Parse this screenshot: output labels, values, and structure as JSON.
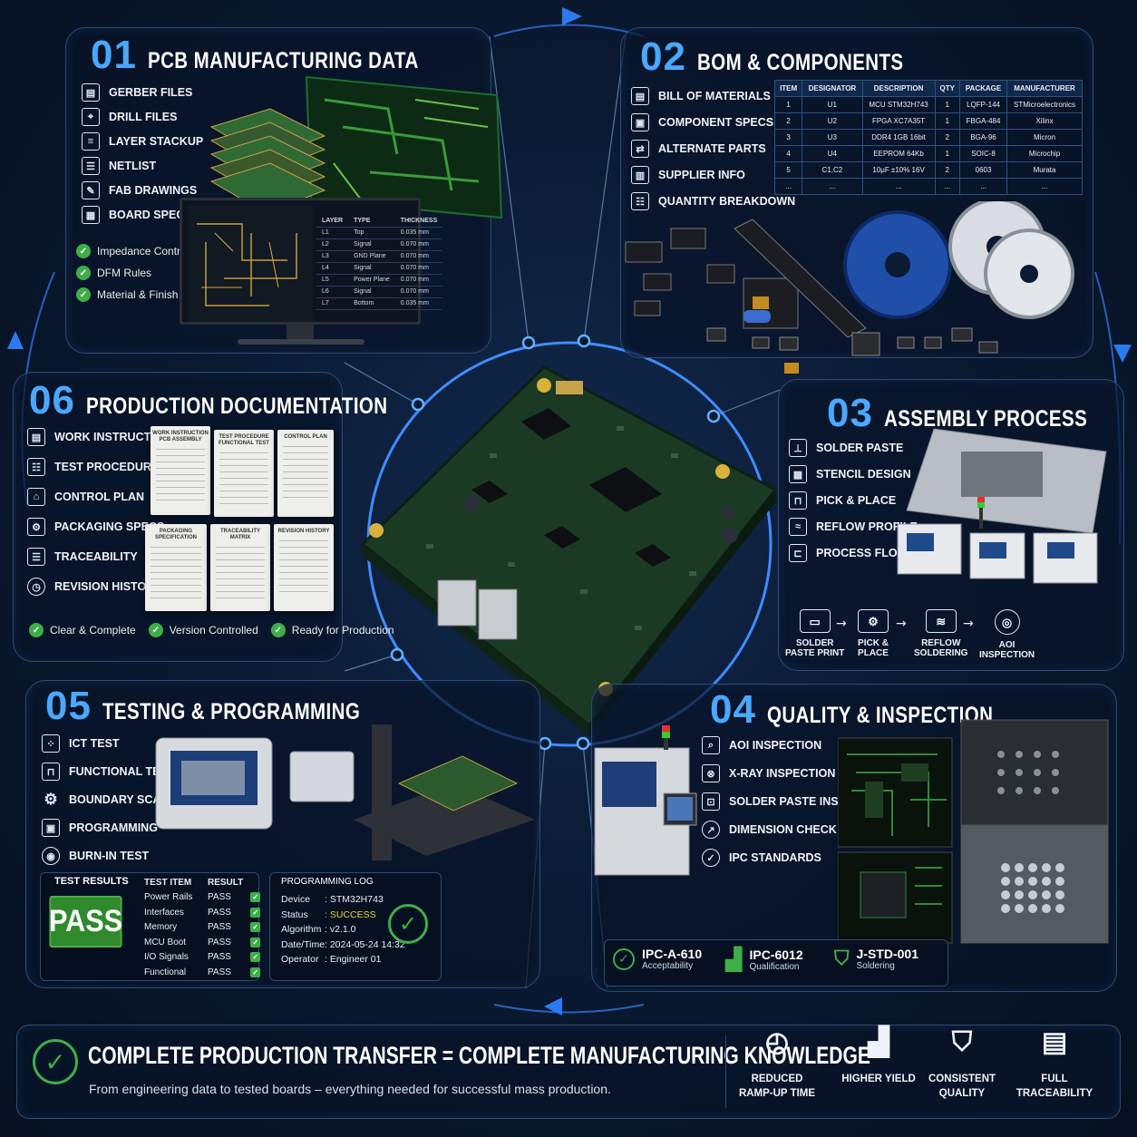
{
  "panels": {
    "p01": {
      "number": "01",
      "title": "PCB MANUFACTURING DATA",
      "items": [
        {
          "label": "GERBER FILES",
          "icon": "gerber-file-icon"
        },
        {
          "label": "DRILL FILES",
          "icon": "drill-file-icon"
        },
        {
          "label": "LAYER STACKUP",
          "icon": "layers-icon"
        },
        {
          "label": "NETLIST",
          "icon": "netlist-icon"
        },
        {
          "label": "FAB DRAWINGS",
          "icon": "drawing-icon"
        },
        {
          "label": "BOARD SPECS",
          "icon": "board-spec-icon"
        }
      ],
      "checks": [
        "Impedance Control",
        "DFM Rules",
        "Material & Finish"
      ],
      "stackup_table": {
        "headers": [
          "LAYER",
          "TYPE",
          "THICKNESS"
        ],
        "rows": [
          [
            "L1",
            "Top",
            "0.035 mm"
          ],
          [
            "L2",
            "Signal",
            "0.070 mm"
          ],
          [
            "L3",
            "GND Plane",
            "0.070 mm"
          ],
          [
            "L4",
            "Signal",
            "0.070 mm"
          ],
          [
            "L5",
            "Power Plane",
            "0.070 mm"
          ],
          [
            "L6",
            "Signal",
            "0.070 mm"
          ],
          [
            "L7",
            "Bottom",
            "0.035 mm"
          ]
        ]
      }
    },
    "p02": {
      "number": "02",
      "title": "BOM & COMPONENTS",
      "items": [
        {
          "label": "BILL OF MATERIALS",
          "icon": "document-icon"
        },
        {
          "label": "COMPONENT SPECS",
          "icon": "chip-spec-icon"
        },
        {
          "label": "ALTERNATE PARTS",
          "icon": "swap-icon"
        },
        {
          "label": "SUPPLIER INFO",
          "icon": "building-icon"
        },
        {
          "label": "QUANTITY BREAKDOWN",
          "icon": "list-icon"
        }
      ],
      "bom_table": {
        "headers": [
          "ITEM",
          "DESIGNATOR",
          "DESCRIPTION",
          "QTY",
          "PACKAGE",
          "MANUFACTURER"
        ],
        "rows": [
          [
            "1",
            "U1",
            "MCU STM32H743",
            "1",
            "LQFP-144",
            "STMicroelectronics"
          ],
          [
            "2",
            "U2",
            "FPGA XC7A35T",
            "1",
            "FBGA-484",
            "Xilinx"
          ],
          [
            "3",
            "U3",
            "DDR4 1GB 16bit",
            "2",
            "BGA-96",
            "Micron"
          ],
          [
            "4",
            "U4",
            "EEPROM 64Kb",
            "1",
            "SOIC-8",
            "Microchip"
          ],
          [
            "5",
            "C1,C2",
            "10μF ±10% 16V",
            "2",
            "0603",
            "Murata"
          ],
          [
            "...",
            "...",
            "...",
            "...",
            "...",
            "..."
          ]
        ]
      }
    },
    "p03": {
      "number": "03",
      "title": "ASSEMBLY PROCESS",
      "items": [
        {
          "label": "SOLDER PASTE",
          "icon": "paste-icon"
        },
        {
          "label": "STENCIL DESIGN",
          "icon": "stencil-icon"
        },
        {
          "label": "PICK & PLACE",
          "icon": "pick-place-icon"
        },
        {
          "label": "REFLOW PROFILE",
          "icon": "reflow-icon"
        },
        {
          "label": "PROCESS FLOW",
          "icon": "flow-icon"
        }
      ],
      "steps": [
        {
          "label1": "SOLDER",
          "label2": "PASTE PRINT",
          "icon": "paste-print-icon"
        },
        {
          "label1": "PICK &",
          "label2": "PLACE",
          "icon": "robot-icon"
        },
        {
          "label1": "REFLOW",
          "label2": "SOLDERING",
          "icon": "oven-icon"
        },
        {
          "label1": "AOI",
          "label2": "INSPECTION",
          "icon": "aoi-icon"
        }
      ]
    },
    "p04": {
      "number": "04",
      "title": "QUALITY & INSPECTION",
      "items": [
        {
          "label": "AOI INSPECTION",
          "icon": "magnifier-icon"
        },
        {
          "label": "X-RAY INSPECTION",
          "icon": "xray-icon"
        },
        {
          "label": "SOLDER PASTE INSPECTION",
          "icon": "paste-inspect-icon"
        },
        {
          "label": "DIMENSION CHECK",
          "icon": "dimension-icon"
        },
        {
          "label": "IPC STANDARDS",
          "icon": "check-badge-icon"
        }
      ],
      "standards": [
        {
          "name": "IPC-A-610",
          "sub": "Acceptability"
        },
        {
          "name": "IPC-6012",
          "sub": "Qualification"
        },
        {
          "name": "J-STD-001",
          "sub": "Soldering"
        }
      ]
    },
    "p05": {
      "number": "05",
      "title": "TESTING & PROGRAMMING",
      "items": [
        {
          "label": "ICT TEST",
          "icon": "ict-icon"
        },
        {
          "label": "FUNCTIONAL TEST",
          "icon": "fixture-icon"
        },
        {
          "label": "BOUNDARY SCAN",
          "icon": "gear-icon"
        },
        {
          "label": "PROGRAMMING",
          "icon": "chip-icon"
        },
        {
          "label": "BURN-IN TEST",
          "icon": "burn-icon"
        }
      ],
      "results_title": "TEST RESULTS",
      "pass_label": "PASS",
      "results_headers": [
        "TEST ITEM",
        "RESULT"
      ],
      "results_rows": [
        [
          "Power Rails",
          "PASS"
        ],
        [
          "Interfaces",
          "PASS"
        ],
        [
          "Memory",
          "PASS"
        ],
        [
          "MCU Boot",
          "PASS"
        ],
        [
          "I/O Signals",
          "PASS"
        ],
        [
          "Functional",
          "PASS"
        ]
      ],
      "log_title": "PROGRAMMING LOG",
      "log": [
        {
          "k": "Device",
          "v": ": STM32H743"
        },
        {
          "k": "Status",
          "v": ": SUCCESS"
        },
        {
          "k": "Algorithm",
          "v": ": v2.1.0"
        },
        {
          "k": "Date/Time",
          "v": ": 2024-05-24 14:32"
        },
        {
          "k": "Operator",
          "v": ": Engineer 01"
        }
      ]
    },
    "p06": {
      "number": "06",
      "title": "PRODUCTION DOCUMENTATION",
      "items": [
        {
          "label": "WORK INSTRUCTIONS",
          "icon": "instructions-icon"
        },
        {
          "label": "TEST PROCEDURES",
          "icon": "procedure-icon"
        },
        {
          "label": "CONTROL PLAN",
          "icon": "control-icon"
        },
        {
          "label": "PACKAGING SPECS",
          "icon": "package-icon"
        },
        {
          "label": "TRACEABILITY",
          "icon": "trace-icon"
        },
        {
          "label": "REVISION HISTORY",
          "icon": "clock-icon"
        }
      ],
      "docs": [
        "WORK INSTRUCTION PCB ASSEMBLY",
        "TEST PROCEDURE FUNCTIONAL TEST",
        "CONTROL PLAN",
        "PACKAGING SPECIFICATION",
        "TRACEABILITY MATRIX",
        "REVISION HISTORY"
      ],
      "checks": [
        "Clear & Complete",
        "Version Controlled",
        "Ready for Production"
      ]
    }
  },
  "footer": {
    "headline": "COMPLETE PRODUCTION TRANSFER = COMPLETE MANUFACTURING KNOWLEDGE",
    "subline": "From engineering data to tested boards – everything needed for successful mass production.",
    "benefits": [
      {
        "line1": "REDUCED",
        "line2": "RAMP-UP TIME",
        "icon": "stopwatch-icon"
      },
      {
        "line1": "HIGHER YIELD",
        "line2": "",
        "icon": "bar-chart-icon"
      },
      {
        "line1": "CONSISTENT",
        "line2": "QUALITY",
        "icon": "shield-icon"
      },
      {
        "line1": "FULL",
        "line2": "TRACEABILITY",
        "icon": "document-icon"
      }
    ]
  },
  "colors": {
    "accent": "#4aa8ff",
    "pass": "#2f8a2e",
    "check": "#3fae49",
    "background": "#0a1a33"
  }
}
